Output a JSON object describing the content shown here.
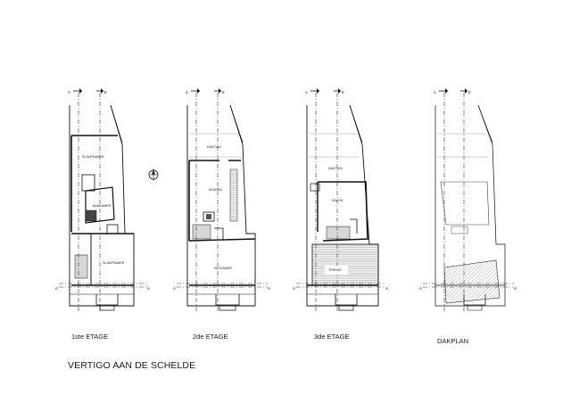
{
  "sheet": {
    "title": "VERTIGO AAN DE SCHELDE",
    "north_symbol": "north-arrow"
  },
  "section_marks": {
    "a": "A",
    "e": "E"
  },
  "plans": [
    {
      "caption": "1ste ETAGE",
      "rooms": [
        "SLAAPKAMER",
        "BADKAMER",
        "SLAAPKAMER"
      ]
    },
    {
      "caption": "2de ETAGE",
      "rooms": [
        "DAKTUIN",
        "KEUKEN",
        "EETKAMER"
      ]
    },
    {
      "caption": "3de ETAGE",
      "rooms": [
        "DAKTUIN",
        "SALON",
        "TERRAS"
      ]
    },
    {
      "caption": "DAKPLAN",
      "rooms": []
    }
  ],
  "colors": {
    "line": "#1a1a1a",
    "dashed": "#333333",
    "hatch": "#555555",
    "background": "#ffffff"
  }
}
